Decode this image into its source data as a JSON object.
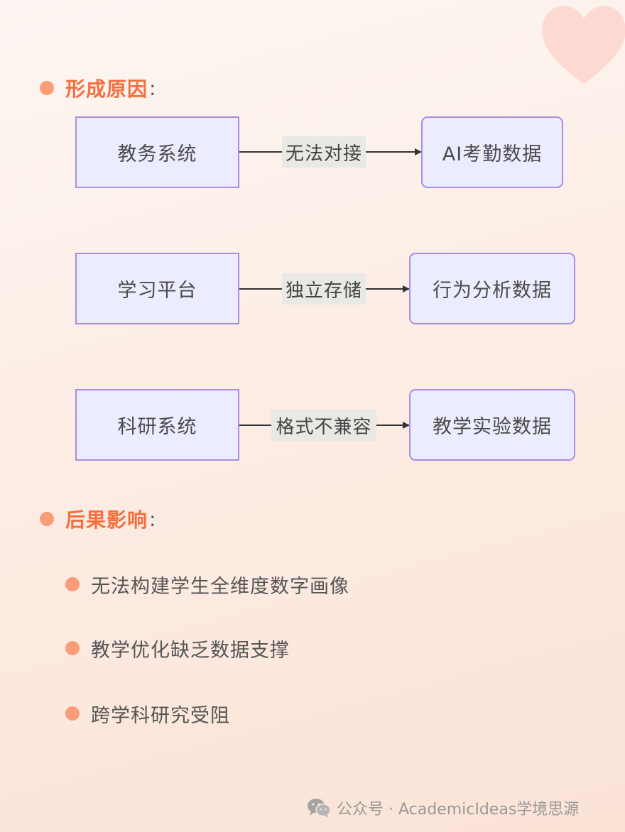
{
  "sections": {
    "causes": {
      "title": "形成原因",
      "colon": ":"
    },
    "effects": {
      "title": "后果影响",
      "colon": ":"
    }
  },
  "flows": [
    {
      "source": "教务系统",
      "label": "无法对接",
      "target": "AI考勤数据"
    },
    {
      "source": "学习平台",
      "label": "独立存储",
      "target": "行为分析数据"
    },
    {
      "source": "科研系统",
      "label": "格式不兼容",
      "target": "教学实验数据"
    }
  ],
  "consequences": [
    "无法构建学生全维度数字画像",
    "教学优化缺乏数据支撑",
    "跨学科研究受阻"
  ],
  "footer": {
    "text": "公众号 · AcademicIdeas学境思源"
  },
  "colors": {
    "accent": "#f76e3c",
    "dot": "#fb9c79",
    "node_fill": "#ececff",
    "node_border": "#a98de0",
    "edge_label_bg": "#e8e8e5"
  },
  "icons": {
    "decoration": "heart-icon",
    "footer": "wechat-icon"
  }
}
